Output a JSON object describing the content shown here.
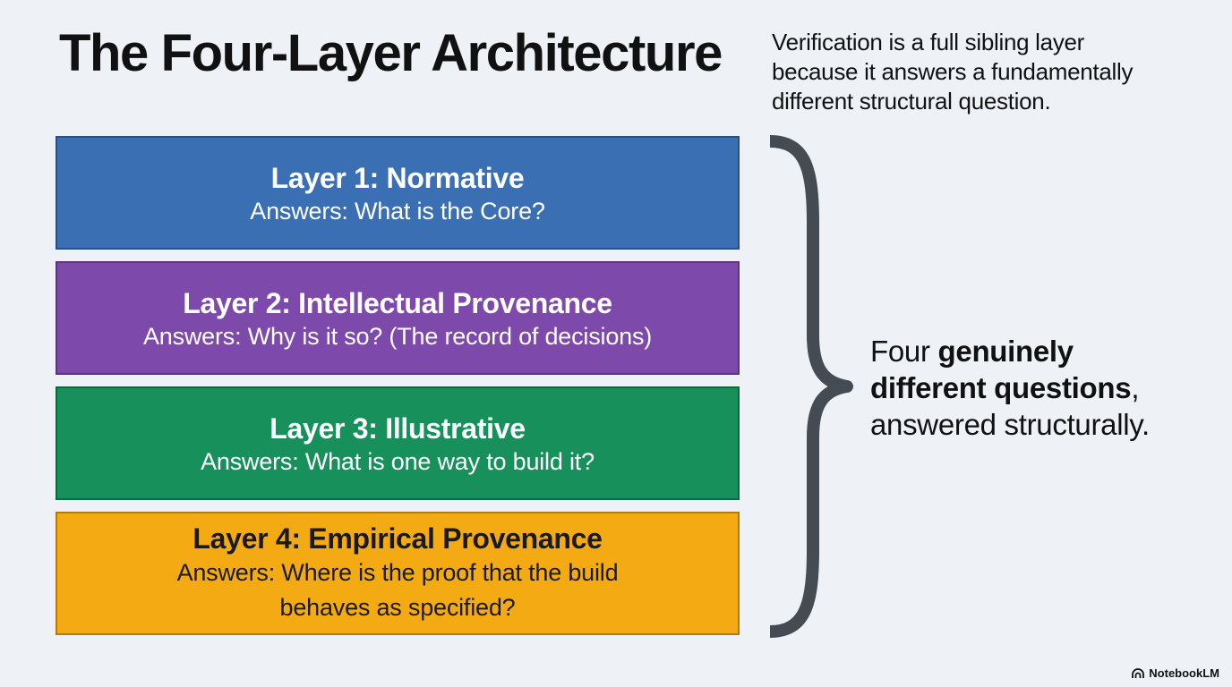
{
  "slide": {
    "title": "The Four-Layer Architecture",
    "side_note": {
      "lines": [
        "Verification is a full sibling layer",
        "because it answers a fundamentally",
        "different structural question."
      ]
    },
    "layers": [
      {
        "title": "Layer 1: Normative",
        "question": "Answers: What is the Core?",
        "fill": "#3a6fb4",
        "text_color": "#ffffff"
      },
      {
        "title": "Layer 2: Intellectual Provenance",
        "question": "Answers: Why is it so? (The record of decisions)",
        "fill": "#7d4aac",
        "text_color": "#ffffff"
      },
      {
        "title": "Layer 3: Illustrative",
        "question": "Answers: What is one way to build it?",
        "fill": "#17905c",
        "text_color": "#ffffff"
      },
      {
        "title": "Layer 4: Empirical Provenance",
        "question_lines": [
          "Answers: Where is the proof that the build",
          "behaves as specified?"
        ],
        "fill": "#f4aa12",
        "text_color": "#1a1a1a"
      }
    ],
    "conclusion": {
      "line1_plain": "Four ",
      "line1_bold": "genuinely",
      "line2_bold": "different questions",
      "line2_plain": ",",
      "line3_plain": "answered structurally."
    },
    "brace_color": "#454b52",
    "watermark": {
      "label": "NotebookLM",
      "icon": "notebooklm-logo-icon"
    }
  }
}
